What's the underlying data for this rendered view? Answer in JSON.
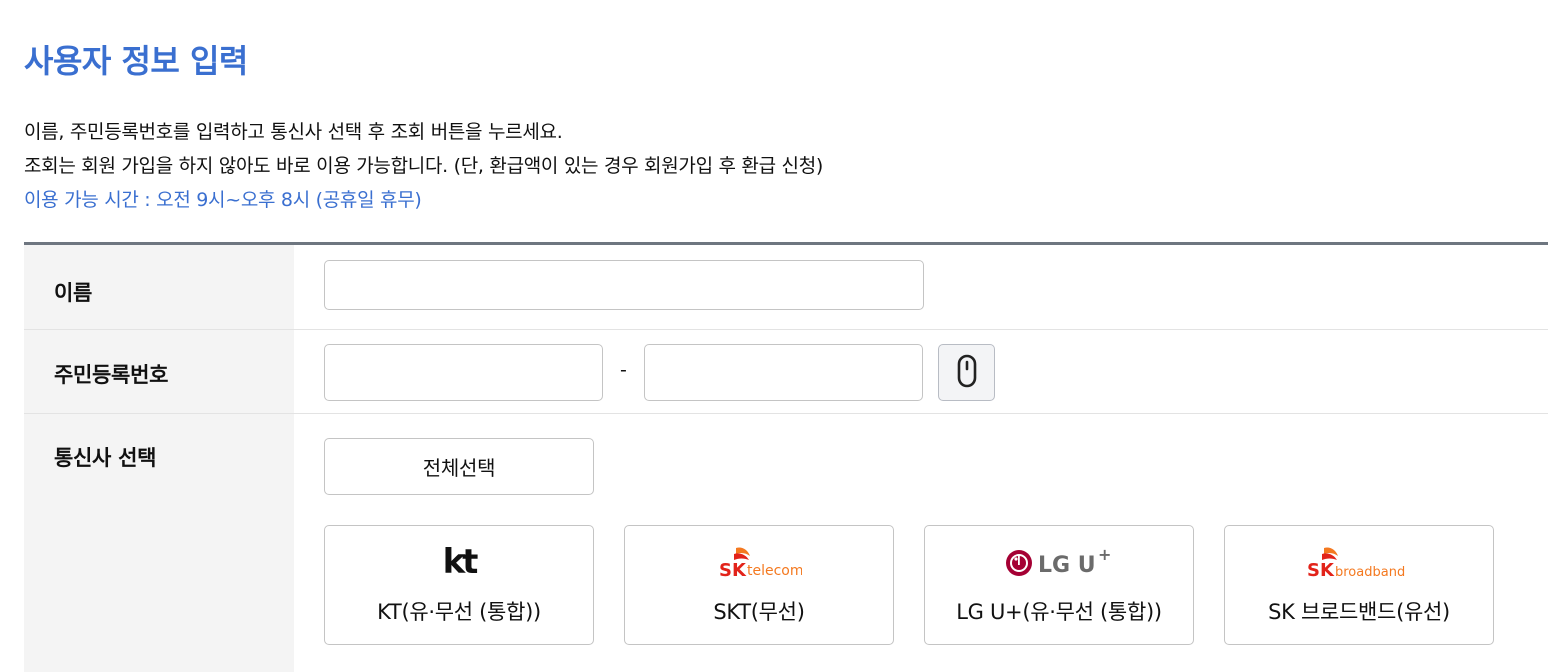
{
  "page": {
    "title": "사용자 정보 입력",
    "desc_line1": "이름, 주민등록번호를 입력하고 통신사 선택 후 조회 버튼을 누르세요.",
    "desc_line2": "조회는 회원 가입을 하지 않아도 바로 이용 가능합니다. (단, 환급액이 있는 경우 회원가입 후 환급 신청)",
    "desc_line3": "이용 가능 시간 : 오전 9시~오후 8시 (공휴일 휴무)"
  },
  "form": {
    "name_label": "이름",
    "name_value": "",
    "rrn_label": "주민등록번호",
    "rrn_first_value": "",
    "rrn_separator": "-",
    "rrn_second_value": "",
    "secure_keypad_icon": "mouse-icon",
    "carrier_label": "통신사 선택",
    "select_all_label": "전체선택"
  },
  "carriers": [
    {
      "name": "KT(유·무선 (통합))",
      "logo_text": "kt",
      "logo_icon": "kt-logo"
    },
    {
      "name": "SKT(무선)",
      "logo_text": "SK telecom",
      "logo_icon": "sk-telecom-logo"
    },
    {
      "name": "LG U+(유·무선 (통합))",
      "logo_text": "LG U+",
      "logo_icon": "lg-uplus-logo"
    },
    {
      "name": "SK 브로드밴드(유선)",
      "logo_text": "SK broadband",
      "logo_icon": "sk-broadband-logo"
    }
  ],
  "colors": {
    "accent": "#3a6fd0",
    "sk_red": "#e2231a",
    "sk_orange": "#f47920",
    "lg_magenta": "#a50034"
  }
}
